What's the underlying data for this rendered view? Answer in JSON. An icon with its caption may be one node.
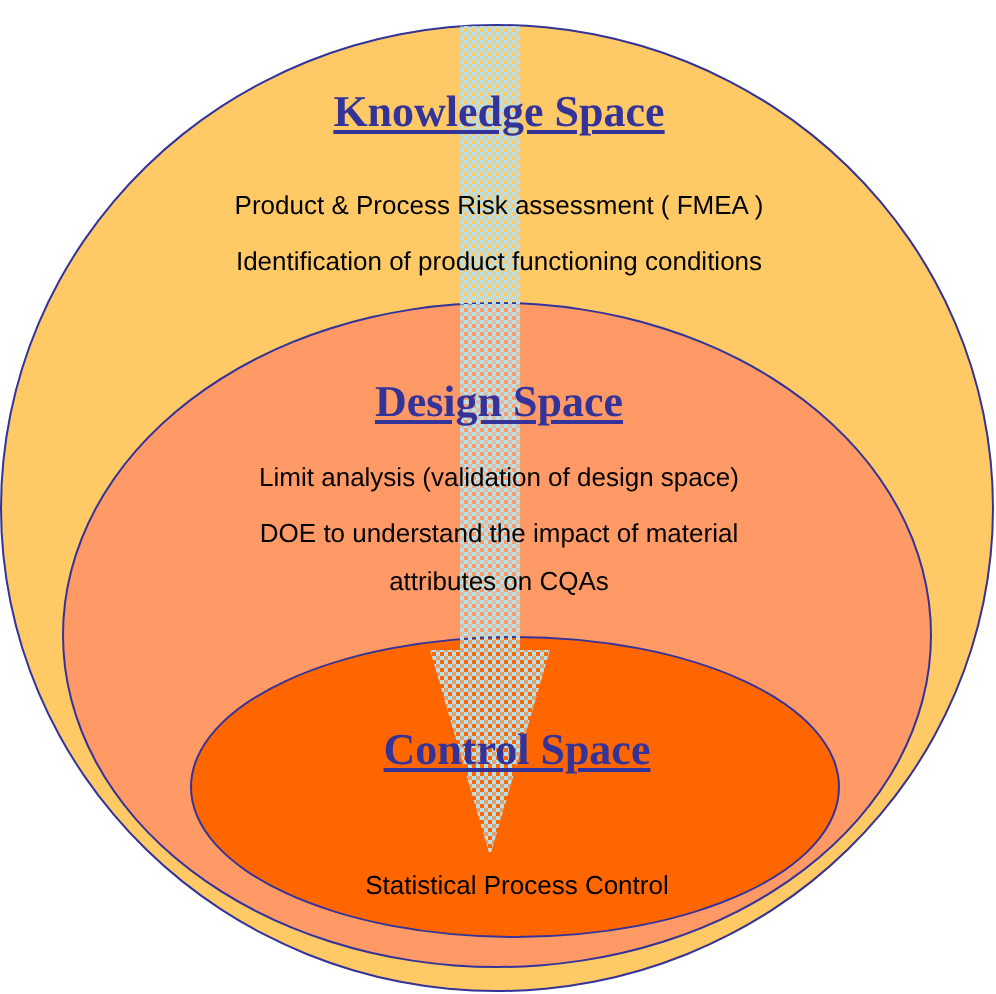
{
  "diagram": {
    "nodes": [
      {
        "text": [
          "Knowledge Space",
          "Product & Process Risk assessment ( FMEA )",
          "Identification of product functioning conditions"
        ]
      },
      {
        "text": [
          "Design Space",
          "Limit analysis (validation of design space)",
          "DOE to understand the impact of material attributes on CQAs"
        ],
        "in": 0
      },
      {
        "text": [
          "Control Space",
          "Statistical Process Control"
        ],
        "in": 1
      }
    ]
  }
}
